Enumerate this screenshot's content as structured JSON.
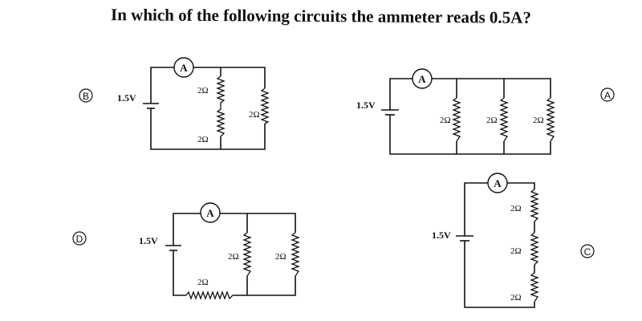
{
  "question": "In which of the following circuits the ammeter reads 0.5A?",
  "meter_symbol": "A",
  "options": {
    "A": {
      "mark": "Ⓐ",
      "battery": "1.5V",
      "resistors": [
        "2Ω",
        "2Ω",
        "2Ω"
      ]
    },
    "B": {
      "mark": "Ⓑ",
      "battery": "1.5V",
      "resistors": [
        "2Ω",
        "2Ω",
        "2Ω"
      ]
    },
    "C": {
      "mark": "Ⓒ",
      "battery": "1.5V",
      "resistors": [
        "2Ω",
        "2Ω",
        "2Ω"
      ]
    },
    "D": {
      "mark": "Ⓓ",
      "battery": "1.5V",
      "resistors": [
        "2Ω",
        "2Ω",
        "2Ω"
      ]
    }
  }
}
